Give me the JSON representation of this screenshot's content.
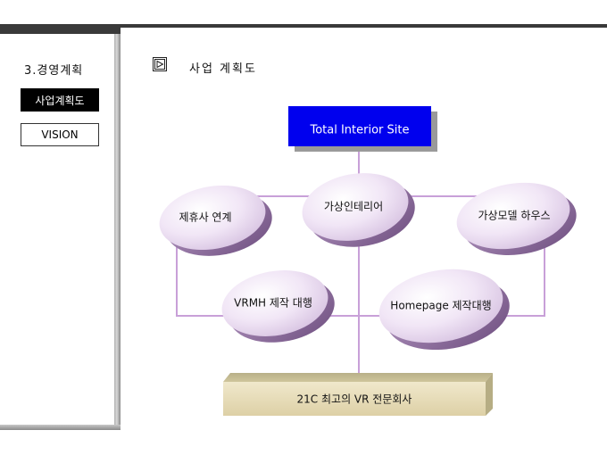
{
  "sidebar": {
    "title": "3.경영계획",
    "items": [
      {
        "label": "사업계획도",
        "active": true
      },
      {
        "label": "VISION",
        "active": false
      }
    ]
  },
  "heading": {
    "icon": "play-box-icon",
    "text": "사업 계획도"
  },
  "diagram": {
    "top_box": "Total Interior Site",
    "nodes": {
      "left": "제휴사 연계",
      "center": "가상인테리어",
      "right": "가상모델 하우스",
      "lower_left": "VRMH 제작 대행",
      "lower_right": "Homepage 제작대행"
    },
    "base": "21C 최고의 VR 전문회사"
  },
  "colors": {
    "top_box": "#0000ee",
    "connector": "#c8a0d8",
    "ellipse_light": "#f6eefa",
    "ellipse_dark": "#8a6a9a",
    "base_fill": "#e8ddb8"
  }
}
